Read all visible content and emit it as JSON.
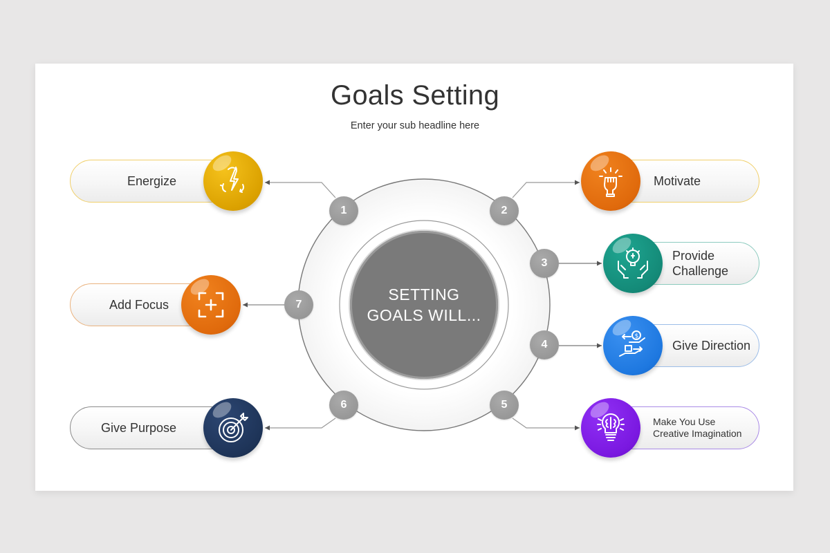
{
  "slide": {
    "title": "Goals Setting",
    "subtitle": "Enter your sub headline here",
    "center_text_line1": "SETTING",
    "center_text_line2": "GOALS WILL..."
  },
  "items": [
    {
      "number": "1",
      "label": "Energize",
      "icon": "lightning-recycle-icon",
      "color": "#e0a800",
      "side": "left"
    },
    {
      "number": "2",
      "label": "Motivate",
      "icon": "raised-fist-icon",
      "color": "#e06a0c",
      "side": "right"
    },
    {
      "number": "3",
      "label_line1": "Provide",
      "label_line2": "Challenge",
      "icon": "lightbulb-gear-hands-icon",
      "color": "#148a78",
      "side": "right"
    },
    {
      "number": "4",
      "label": "Give Direction",
      "icon": "hands-exchange-icon",
      "color": "#1e78e0",
      "side": "right"
    },
    {
      "number": "5",
      "label_line1": "Make You Use",
      "label_line2": "Creative Imagination",
      "icon": "brain-lightbulb-icon",
      "color": "#7a18e0",
      "side": "right"
    },
    {
      "number": "6",
      "label": "Give Purpose",
      "icon": "target-arrow-icon",
      "color": "#1e3458",
      "side": "left"
    },
    {
      "number": "7",
      "label": "Add Focus",
      "icon": "focus-plus-icon",
      "color": "#e06a0c",
      "side": "left"
    }
  ],
  "colors": {
    "background": "#e8e7e7",
    "slide": "#ffffff",
    "number_badge": "#9a9a9a",
    "center_disc": "#7a7a7a",
    "text": "#333333"
  }
}
